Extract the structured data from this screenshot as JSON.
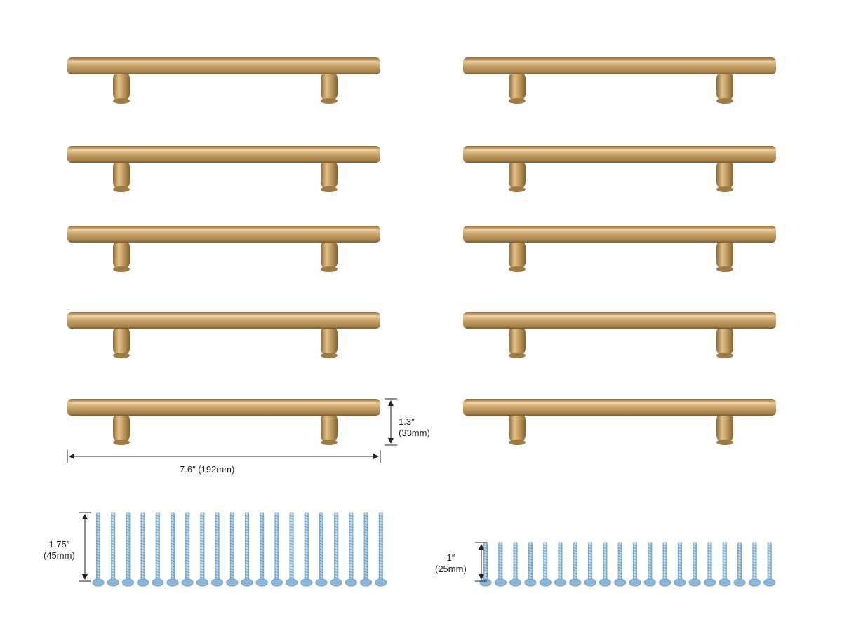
{
  "product": {
    "finish_color": "#c9a46a",
    "finish_highlight": "#e7c894",
    "finish_shadow": "#9f7a43",
    "screw_color": "#a9cbe6",
    "screw_shadow": "#6f9ec4",
    "handles_count": 10,
    "long_screws_count": 20,
    "short_screws_count": 20
  },
  "dimensions": {
    "handle_height": {
      "imperial": "1.3″",
      "metric": "(33mm)"
    },
    "handle_length": {
      "text": "7.6″  (192mm)"
    },
    "long_screw": {
      "imperial": "1.75″",
      "metric": "(45mm)"
    },
    "short_screw": {
      "imperial": "1″",
      "metric": "(25mm)"
    }
  }
}
